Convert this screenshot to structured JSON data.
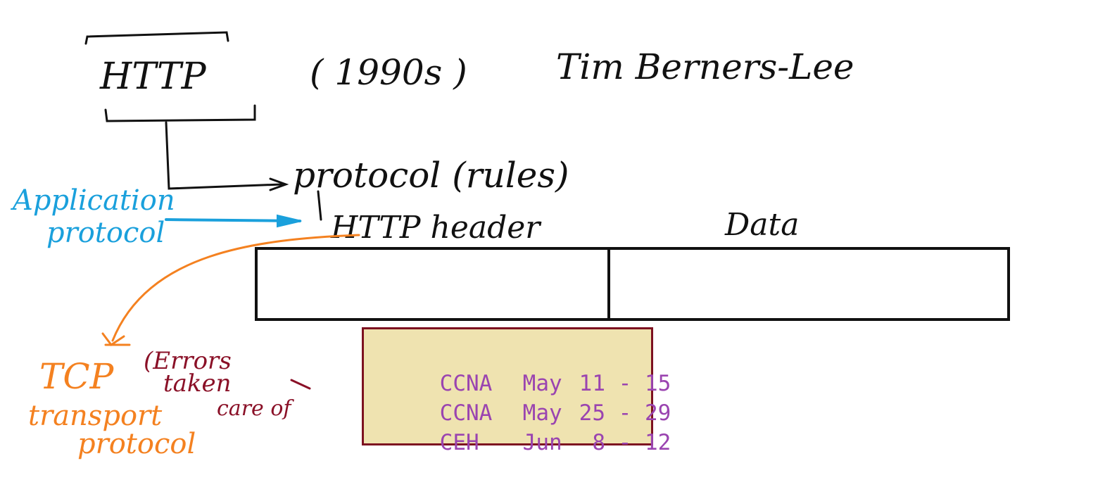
{
  "diagram": {
    "title": "HTTP",
    "era": "( 1990s )",
    "inventor": "Tim Berners-Lee",
    "protocol_note": "protocol (rules)",
    "application_label_line1": "Application",
    "application_label_line2": "protocol",
    "packet": {
      "header_label": "HTTP header",
      "data_label": "Data"
    },
    "tcp_label": "TCP",
    "tcp_note_line1": "(Errors",
    "tcp_note_line2": "taken",
    "tcp_note_line3": "care of",
    "transport_line1": "transport",
    "transport_line2": "protocol"
  },
  "colors": {
    "ink": "#111111",
    "blue": "#1aa0dc",
    "orange": "#f48120",
    "maroon": "#8a1027",
    "schedule_bg": "#efe3b0",
    "schedule_text": "#9a44b0"
  },
  "schedule": [
    {
      "course": "CCNA",
      "month": "May",
      "dates": "11 - 15"
    },
    {
      "course": "CCNA",
      "month": "May",
      "dates": "25 - 29"
    },
    {
      "course": "CEH",
      "month": "Jun",
      "dates": " 8 - 12"
    }
  ]
}
